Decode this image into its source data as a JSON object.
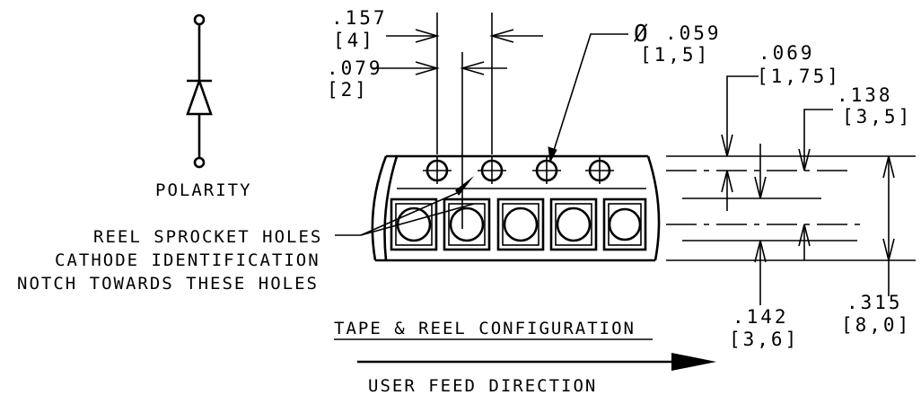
{
  "polarity": {
    "label": "POLARITY"
  },
  "callouts": {
    "reel_sprocket_holes": "REEL SPROCKET HOLES",
    "cathode_line1": "CATHODE IDENTIFICATION",
    "cathode_line2": "NOTCH TOWARDS THESE HOLES"
  },
  "dimensions": {
    "pitch_157": {
      "inch": ".157",
      "mm": "[4]"
    },
    "pitch_079": {
      "inch": ".079",
      "mm": "[2]"
    },
    "hole_dia": {
      "symbol": "Ø",
      "inch": ".059",
      "mm": "[1,5]"
    },
    "edge_069": {
      "inch": ".069",
      "mm": "[1,75]"
    },
    "offset_138": {
      "inch": ".138",
      "mm": "[3,5]"
    },
    "pocket_142": {
      "inch": ".142",
      "mm": "[3,6]"
    },
    "width_315": {
      "inch": ".315",
      "mm": "[8,0]"
    }
  },
  "titles": {
    "config": "TAPE & REEL CONFIGURATION",
    "feed": "USER FEED DIRECTION"
  }
}
